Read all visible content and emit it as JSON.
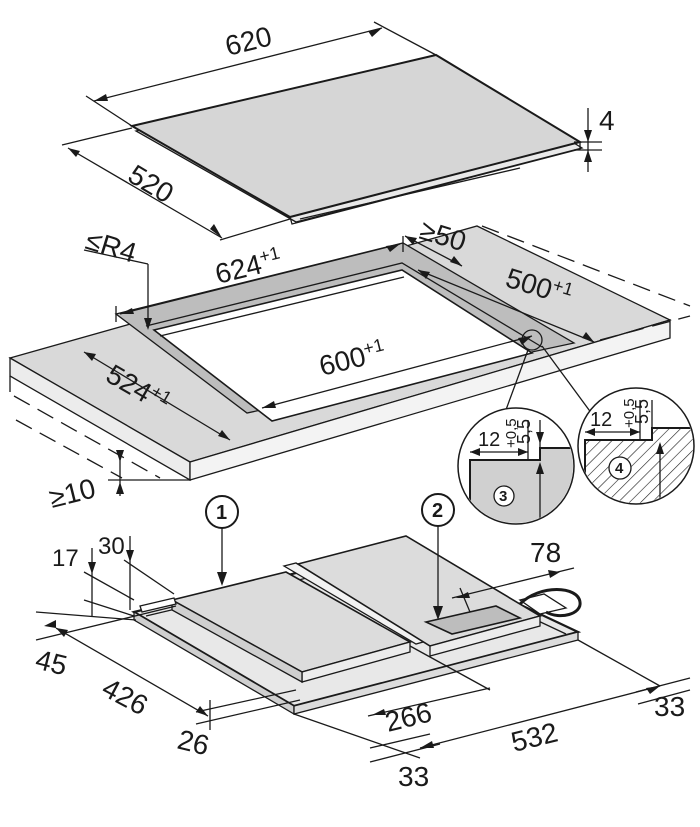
{
  "glass_top": {
    "width": "620",
    "depth": "520",
    "thickness": "4"
  },
  "cutout": {
    "radius_prefix": "≤",
    "radius": "R4",
    "wall_prefix": "≥",
    "wall_distance": "50",
    "outer_width": "624",
    "outer_width_tol": "+1",
    "outer_depth": "524",
    "outer_depth_tol": "+1",
    "inner_width": "600",
    "inner_width_tol": "+1",
    "inner_depth": "500",
    "inner_depth_tol": "+1",
    "below_prefix": "≥",
    "below_distance": "10"
  },
  "details": {
    "detail3": {
      "marker": "3",
      "width": "12",
      "depth_tol": "+0,5",
      "depth": "5,5"
    },
    "detail4": {
      "marker": "4",
      "width": "12",
      "depth_tol": "+0,5",
      "depth": "5,5"
    }
  },
  "housing": {
    "marker1": "1",
    "marker2": "2",
    "height_17": "17",
    "height_30": "30",
    "offset_45": "45",
    "depth_426": "426",
    "offset_26": "26",
    "width_266": "266",
    "offset_33_front": "33",
    "width_532": "532",
    "offset_33_right": "33",
    "conn_78": "78"
  }
}
